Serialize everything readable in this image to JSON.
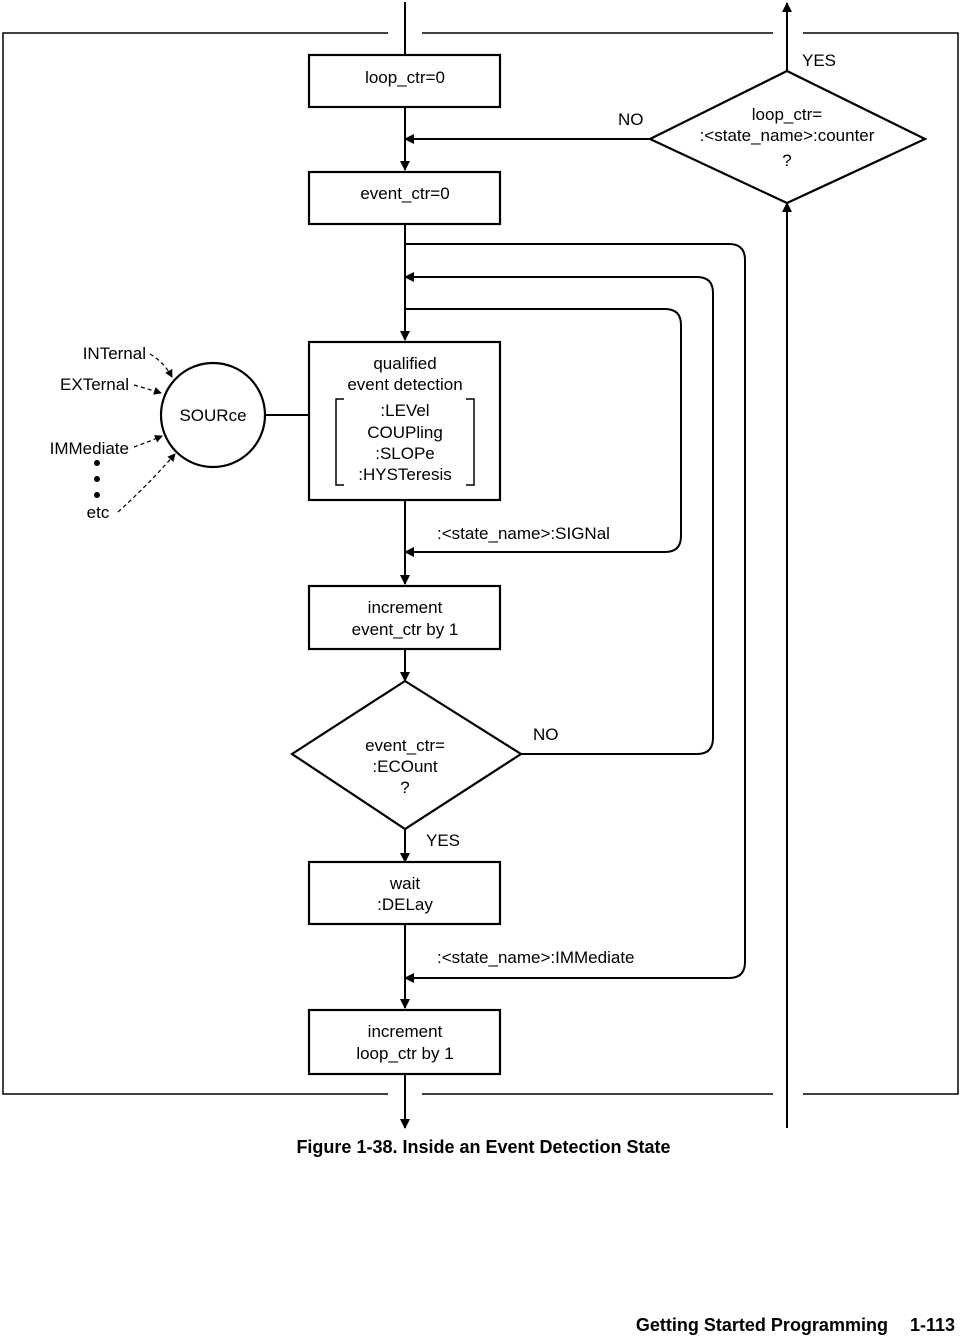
{
  "diagram": {
    "boxes": {
      "loop_init": "loop_ctr=0",
      "event_init": "event_ctr=0",
      "detect_title_1": "qualified",
      "detect_title_2": "event  detection",
      "detect_params": [
        ":LEVel",
        "COUPling",
        ":SLOPe",
        ":HYSTeresis"
      ],
      "inc_event_1": "increment",
      "inc_event_2": "event_ctr  by  1",
      "wait_1": "wait",
      "wait_2": ":DELay",
      "inc_loop_1": "increment",
      "inc_loop_2": "loop_ctr  by  1"
    },
    "decisions": {
      "event_1": "event_ctr=",
      "event_2": ":ECOunt",
      "event_3": "?",
      "loop_1": "loop_ctr=",
      "loop_2": ":<state_name>:counter",
      "loop_3": "?"
    },
    "source": {
      "label": "SOURce",
      "inputs": [
        "INTernal",
        "EXTernal",
        "IMMediate",
        "etc"
      ]
    },
    "branch_labels": {
      "yes_top": "YES",
      "no_top": "NO",
      "no_event": "NO",
      "yes_event": "YES",
      "signal": ":<state_name>:SIGNal",
      "immediate": ":<state_name>:IMMediate"
    }
  },
  "caption": "Figure 1-38. Inside an Event Detection State",
  "footer": {
    "section": "Getting Started Programming",
    "page": "1-113"
  }
}
